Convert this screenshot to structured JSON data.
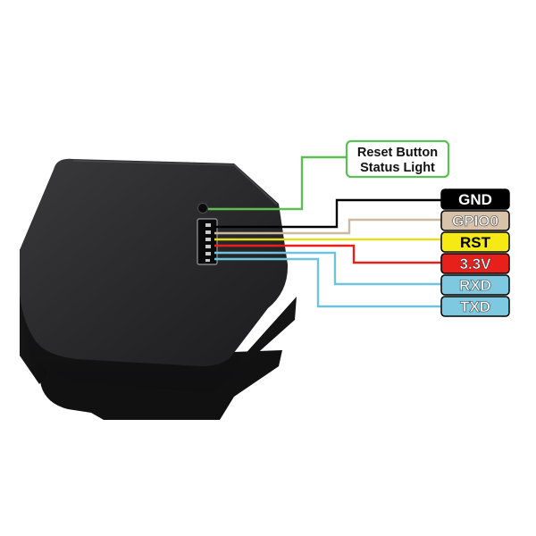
{
  "device": {
    "name_icon": "relay-module-device"
  },
  "callout": {
    "line1": "Reset Button",
    "line2": "Status Light",
    "color": "#5cbf53"
  },
  "pins": [
    {
      "id": "gnd",
      "label": "GND",
      "fill": "#000000",
      "text_color": "#ffffff",
      "wire": "#000000"
    },
    {
      "id": "gpio0",
      "label": "GPIO0",
      "fill": "#d8c3aa",
      "text_color": "#ffffff",
      "wire": "#cdb8a0"
    },
    {
      "id": "rst",
      "label": "RST",
      "fill": "#f5ea14",
      "text_color": "#000000",
      "wire": "#e8dc20"
    },
    {
      "id": "v33",
      "label": "3.3V",
      "fill": "#e8201c",
      "text_color": "#ffffff",
      "wire": "#e8201c"
    },
    {
      "id": "rxd",
      "label": "RXD",
      "fill": "#7ec9e0",
      "text_color": "#ffffff",
      "wire": "#6ec3dd"
    },
    {
      "id": "txd",
      "label": "TXD",
      "fill": "#7ec9e0",
      "text_color": "#ffffff",
      "wire": "#6ec3dd"
    }
  ]
}
